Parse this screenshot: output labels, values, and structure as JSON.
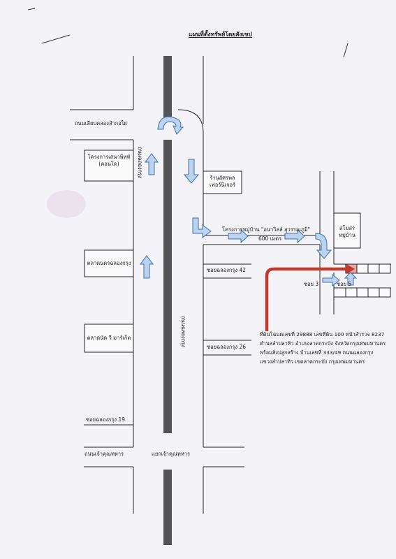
{
  "title": "แผนที่ตั้งทรัพย์โดยสังเขป",
  "roads": {
    "top_road": "ถนนเลียบคลองลำกอไผ่",
    "main_road_left": "ถนนฉลองกรุง",
    "main_road_right": "ถนนฉลองกรุง",
    "soi_42": "ซอยฉลองกรุง 42",
    "soi_26": "ซอยฉลองกรุง 26",
    "soi_19": "ซอยฉลองกรุง 19",
    "bottom_road": "ถนนเจ้าคุณทหาร",
    "junction": "แยกเจ้าคุณทหาร",
    "soi_3": "ซอย 3",
    "soi_5": "ซอย 5"
  },
  "landmarks": {
    "condo_line1": "โครงการเสนาพิทท์",
    "condo_line2": "(คอนโด)",
    "market1": "ตลาดนครฉลองกรุง",
    "market2": "ตลาดนัด วี มาร์เก็ต",
    "furniture_line1": "ร้านอัศรพล",
    "furniture_line2": "เฟอร์นิเจอร์",
    "project_name": "โครงการหมู่บ้าน \"อนาวิลล์ สุวรรณภูมิ\"",
    "distance": "600 เมตร",
    "club_line1": "สโมสร",
    "club_line2": "หมู่บ้าน"
  },
  "property_info": [
    "ที่ดินโฉนดเลขที่ 29888 เลขที่ดิน 100 หน้าสำรวจ 8237",
    "ตำบลลำปลาทิว อำเภอลาดกระบัง จังหวัดกรุงเทพมหานคร",
    "พร้อมสิ่งปลูกสร้าง บ้านเลขที่ 333/49 ถนนฉลองกรุง",
    "แขวงลำปลาทิว เขตลาดกระบัง กรุงเทพมหานคร"
  ],
  "colors": {
    "arrow_fill": "#bcd3ee",
    "arrow_stroke": "#3d6fb6",
    "route_red": "#c0392b",
    "road_dark": "#555555",
    "road_line": "#222222"
  }
}
